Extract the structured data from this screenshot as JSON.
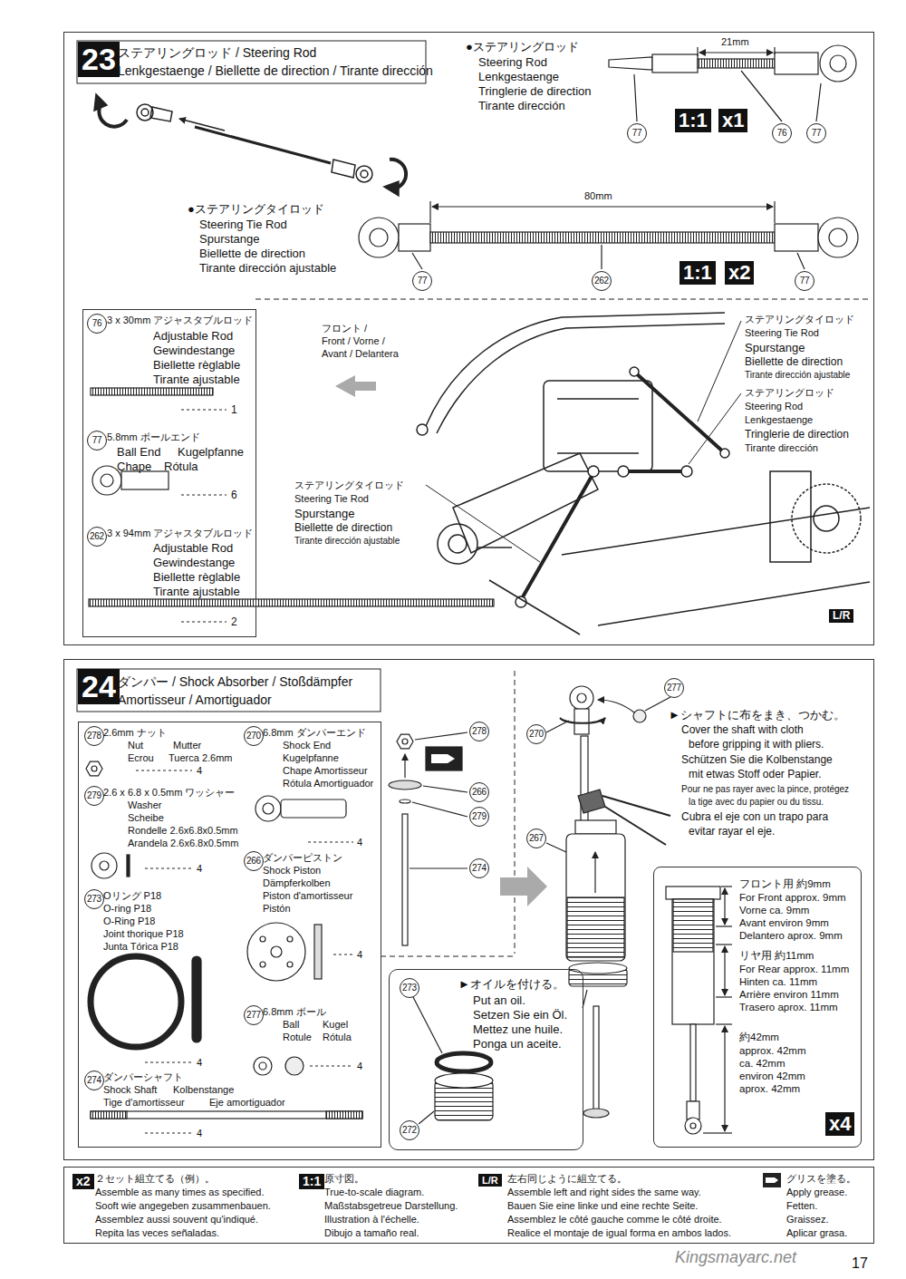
{
  "diagram": {
    "nodes": [
      {
        "text": [
          "23",
          "ステアリングロッド / Steering Rod",
          "Lenkgestaenge / Biellette de direction / Tirante dirección"
        ]
      },
      {
        "text": [
          "76",
          "3 x 30mm アジャスタブルロッド",
          "Adjustable Rod",
          "Gewindestange",
          "Biellette règlable",
          "Tirante ajustable",
          "1",
          "77",
          "5.8mm ボールエンド",
          "Ball End",
          "Kugelpfanne",
          "Chape",
          "Rótula",
          "6",
          "262",
          "3 x 94mm アジャスタブルロッド",
          "Adjustable Rod",
          "Gewindestange",
          "Biellette règlable",
          "Tirante ajustable",
          "2"
        ],
        "in": 0
      },
      {
        "text": [
          "24",
          "ダンパー / Shock Absorber / Stoßdämpfer",
          "Amortisseur / Amortiguador"
        ]
      },
      {
        "text": [
          "278",
          "2.6mm ナット",
          "Nut",
          "Mutter",
          "Ecrou",
          "Tuerca 2.6mm",
          "4",
          "279",
          "2.6 x 6.8 x 0.5mm ワッシャー",
          "Washer",
          "Scheibe",
          "Rondelle 2.6x6.8x0.5mm",
          "Arandela 2.6x6.8x0.5mm",
          "4",
          "273",
          "Oリング P18",
          "O-ring P18",
          "O-Ring P18",
          "Joint thorique P18",
          "Junta Tórica P18",
          "4",
          "274",
          "ダンパーシャフト",
          "Shock Shaft",
          "Kolbenstange",
          "Tige d'amortisseur",
          "Eje amortiguador",
          "4",
          "270",
          "6.8mm ダンパーエンド",
          "Shock End",
          "Kugelpfanne",
          "Chape Amortisseur",
          "Rótula Amortiguador",
          "4",
          "266",
          "ダンパーピストン",
          "Shock Piston",
          "Dämpferkolben",
          "Piston d'amortisseur",
          "Pistón",
          "4",
          "277",
          "6.8mm ボール",
          "Ball",
          "Kugel",
          "Rotule",
          "Rótula",
          "4"
        ],
        "in": 2
      },
      {
        "text": [
          "273",
          "►オイルを付ける。",
          "Put an oil.",
          "Setzen Sie ein Öl.",
          "Mettez une huile.",
          "Ponga un aceite.",
          "272"
        ],
        "in": 2
      },
      {
        "text": [
          "フロント用 約9mm",
          "For Front approx. 9mm",
          "Vorne ca. 9mm",
          "Avant environ 9mm",
          "Delantero aprox. 9mm",
          "リヤ用 約11mm",
          "For Rear approx. 11mm",
          "Hinten ca. 11mm",
          "Arrière environ 11mm",
          "Trasero aprox. 11mm",
          "約42mm",
          "approx. 42mm",
          "ca. 42mm",
          "environ 42mm",
          "aprox. 42mm",
          "x4"
        ],
        "in": 2
      },
      {
        "text": [
          "x2",
          "２セット組立てる（例）。",
          "Assemble as many times as specified.",
          "Sooft wie angegeben zusammenbauen.",
          "Assemblez aussi souvent qu'indiqué.",
          "Repita las veces señaladas.",
          "1:1",
          "原寸図。",
          "True-to-scale diagram.",
          "Maßstabsgetreue Darstellung.",
          "Illustration à l'échelle.",
          "Dibujo a tamaño real.",
          "L/R",
          "左右同じように組立てる。",
          "Assemble left and right sides the same way.",
          "Bauen Sie eine linke und eine rechte Seite.",
          "Assemblez le côté gauche comme le côté droite.",
          "Realice el montaje de igual forma en ambos lados.",
          "グリスを塗る。",
          "Apply grease.",
          "Fetten.",
          "Graissez.",
          "Aplicar grasa."
        ]
      }
    ],
    "labels": [
      "●ステアリングロッド",
      "Steering Rod",
      "Lenkgestaenge",
      "Tringlerie de direction",
      "Tirante dirección",
      "21mm",
      "77",
      "76",
      "77",
      "1:1",
      "x1",
      "●ステアリングタイロッド",
      "Steering Tie Rod",
      "Spurstange",
      "Biellette de direction",
      "Tirante dirección ajustable",
      "80mm",
      "77",
      "262",
      "77",
      "1:1",
      "x2",
      "フロント /",
      "Front / Vorne /",
      "Avant / Delantera",
      "ステアリングタイロッド",
      "Steering Tie Rod",
      "Spurstange",
      "Biellette de direction",
      "Tirante dirección ajustable",
      "ステアリングロッド",
      "Steering Rod",
      "Lenkgestaenge",
      "Tringlerie de direction",
      "Tirante dirección",
      "ステアリングタイロッド",
      "Steering Tie Rod",
      "Spurstange",
      "Biellette de direction",
      "Tirante dirección ajustable",
      "L/R",
      "278",
      "266",
      "279",
      "274",
      "277",
      "270",
      "267",
      "►シャフトに布をまき、つかむ。",
      "Cover the shaft with cloth",
      "before gripping it with pliers.",
      "Schützen Sie die Kolbenstange",
      "mit etwas Stoff oder Papier.",
      "Pour ne pas rayer avec la pince, protégez",
      "la tige avec du papier ou du tissu.",
      "Cubra el eje con un trapo para",
      "evitar rayar el eje.",
      "Kingsmayarc.net",
      "17"
    ]
  }
}
